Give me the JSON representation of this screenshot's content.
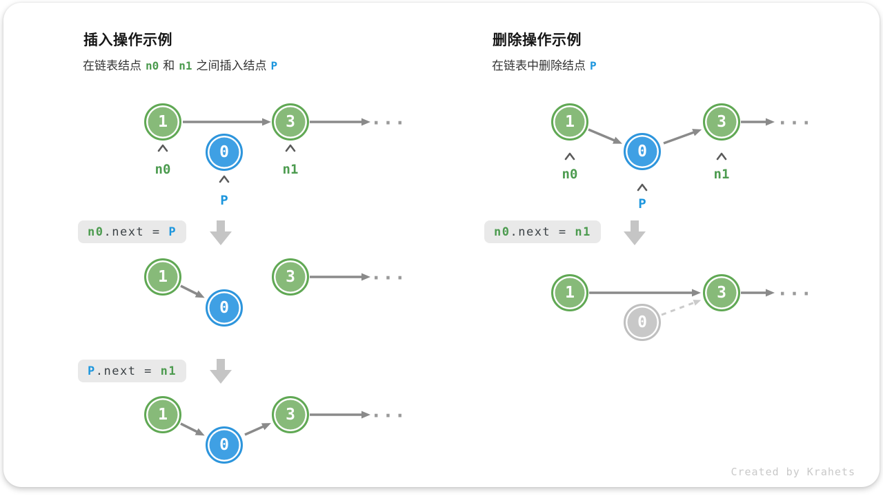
{
  "colors": {
    "node_green_fill": "#87BA79",
    "node_green_border": "#60A854",
    "node_blue_fill": "#3FA0E4",
    "node_blue_border": "#2D95DC",
    "node_gray_fill": "#C8C8C8",
    "node_gray_border": "#BFBFBF",
    "arrow_gray": "#8A8A8A",
    "dashed_gray": "#CBCBCB",
    "label_green": "#4C9B4F",
    "label_blue": "#1D96DD",
    "code_bg": "#E9E9E9",
    "code_text": "#3C4246",
    "block_arrow": "#C5C5C5"
  },
  "values": {
    "one": "1",
    "zero": "0",
    "three": "3"
  },
  "ellipsis": "...",
  "left": {
    "title": "插入操作示例",
    "subtitle": {
      "pre": "在链表结点",
      "n0": "n0",
      "and": "和",
      "n1": "n1",
      "mid": "之间插入结点",
      "p": "P"
    },
    "labels": {
      "n0": "n0",
      "p": "P",
      "n1": "n1"
    },
    "code1": {
      "a": "n0",
      "b": ".next = ",
      "c": "P"
    },
    "code2": {
      "a": "P",
      "b": ".next = ",
      "c": "n1"
    }
  },
  "right": {
    "title": "删除操作示例",
    "subtitle": {
      "pre": "在链表中删除结点",
      "p": "P"
    },
    "labels": {
      "n0": "n0",
      "p": "P",
      "n1": "n1"
    },
    "code1": {
      "a": "n0",
      "b": ".next = ",
      "c": "n1"
    }
  },
  "credit": "Created by Krahets"
}
